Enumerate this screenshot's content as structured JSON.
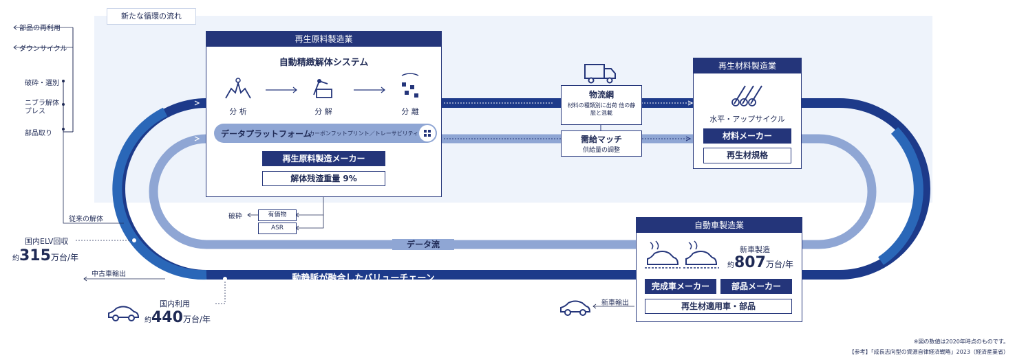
{
  "tag_new_cycle": "新たな循環の流れ",
  "left_side": {
    "items": [
      "部品の再利用",
      "ダウンサイクル",
      "破砕・選別",
      "ニブラ解体プレス",
      "部品取り"
    ],
    "conventional": "従来の解体"
  },
  "raw_material_panel": {
    "header": "再生原料製造業",
    "title": "自動精緻解体システム",
    "steps": [
      "分 析",
      "分 解",
      "分 離"
    ],
    "data_platform": "データプラットフォーム",
    "data_platform_sub": "カーボンフットプリント／トレーサビリティ",
    "maker": "再生原料製造メーカー",
    "residue": "解体残渣重量 9%"
  },
  "crush": {
    "label": "破砕",
    "box1": "有価物",
    "box2": "ASR"
  },
  "logistics": {
    "title": "物流網",
    "desc": "材料の種類別に出荷 他の静脈と混載"
  },
  "supply_match": {
    "title": "需給マッチ",
    "desc": "供給量の調整"
  },
  "recycled_material_panel": {
    "header": "再生材料製造業",
    "caption": "水平・アップサイクル",
    "maker": "材料メーカー",
    "standard": "再生材規格"
  },
  "auto_panel": {
    "header": "自動車製造業",
    "new_car_label": "新車製造",
    "new_car_prefix": "約",
    "new_car_value": "807",
    "new_car_unit": "万台/年",
    "maker1": "完成車メーカー",
    "maker2": "部品メーカー",
    "applied": "再生材適用車・部品"
  },
  "elv": {
    "label": "国内ELV回収",
    "prefix": "約",
    "value": "315",
    "unit": "万台/年"
  },
  "domestic_use": {
    "label": "国内利用",
    "prefix": "約",
    "value": "440",
    "unit": "万台/年"
  },
  "used_export": "中古車輸出",
  "new_export": "新車輸出",
  "data_flow": "データ流",
  "value_chain": "動静脈が融合したバリューチェーン",
  "note1": "※図の数値は2020年時点のものです。",
  "note2": "【参考】「成長志向型の資源自律経済戦略」2023（経済産業省）",
  "colors": {
    "navy": "#24357a",
    "dark_track": "#1d3a8a",
    "mid_track": "#2a67b8",
    "light_track": "#8fa6d4",
    "band": "#eef3fb"
  }
}
